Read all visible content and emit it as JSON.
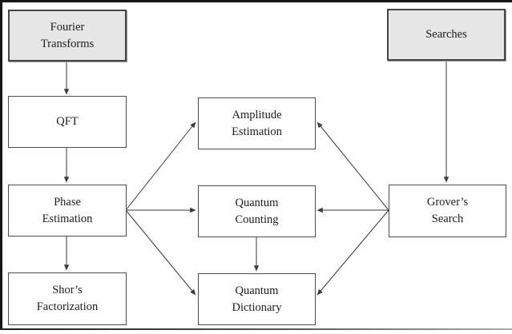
{
  "diagram": {
    "description": "Quantum algorithm family tree: Fourier Transforms and Searches branches",
    "nodes": {
      "fourier": {
        "label": "Fourier\nTransforms",
        "variant": "category"
      },
      "searches": {
        "label": "Searches",
        "variant": "category"
      },
      "qft": {
        "label": "QFT",
        "variant": "plain"
      },
      "phase": {
        "label": "Phase\nEstimation",
        "variant": "plain"
      },
      "shors": {
        "label": "Shor’s\nFactorization",
        "variant": "plain"
      },
      "amplitude": {
        "label": "Amplitude\nEstimation",
        "variant": "plain"
      },
      "counting": {
        "label": "Quantum\nCounting",
        "variant": "plain"
      },
      "dictionary": {
        "label": "Quantum\nDictionary",
        "variant": "plain"
      },
      "grover": {
        "label": "Grover’s\nSearch",
        "variant": "plain"
      }
    },
    "edges": [
      {
        "from": "fourier",
        "to": "qft"
      },
      {
        "from": "qft",
        "to": "phase"
      },
      {
        "from": "phase",
        "to": "shors"
      },
      {
        "from": "searches",
        "to": "grover"
      },
      {
        "from": "phase",
        "to": "amplitude"
      },
      {
        "from": "phase",
        "to": "counting"
      },
      {
        "from": "phase",
        "to": "dictionary"
      },
      {
        "from": "grover",
        "to": "amplitude"
      },
      {
        "from": "grover",
        "to": "counting"
      },
      {
        "from": "grover",
        "to": "dictionary"
      },
      {
        "from": "counting",
        "to": "dictionary"
      }
    ],
    "colors": {
      "category_fill": "#e6e6e6",
      "node_fill": "#ffffff",
      "node_border": "#4c4c4c",
      "arrow": "#3a3a3a",
      "text": "#1c1c1c",
      "frame": "#161616",
      "background": "#ffffff"
    }
  }
}
